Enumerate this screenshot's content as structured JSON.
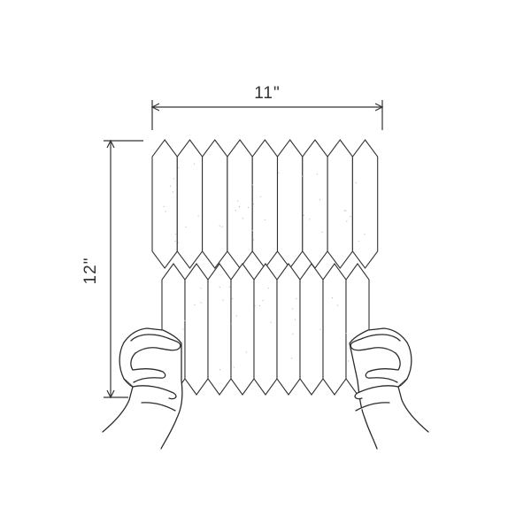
{
  "dimensions": {
    "width_label": "11\"",
    "height_label": "12\""
  },
  "sheet": {
    "columns": 9,
    "rows": 2,
    "tile_shape": "elongated hexagon (picket)"
  },
  "colors": {
    "line": "#333333",
    "background": "#ffffff"
  }
}
